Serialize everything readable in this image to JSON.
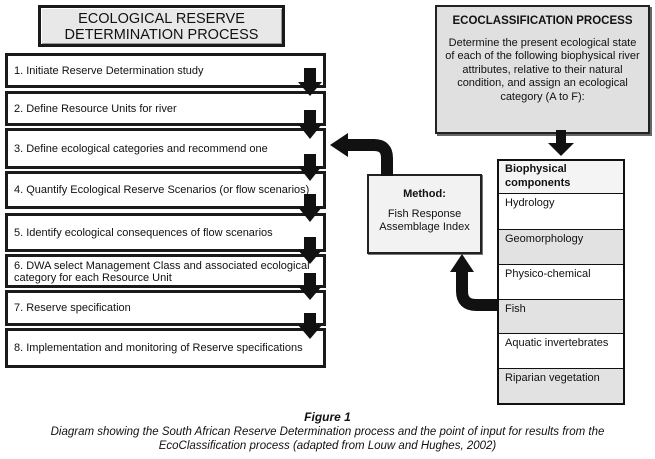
{
  "left_panel": {
    "title_line1": "ECOLOGICAL RESERVE",
    "title_line2": "DETERMINATION PROCESS",
    "steps": [
      {
        "label": "1. Initiate Reserve Determination study"
      },
      {
        "label": "2. Define Resource Units for river"
      },
      {
        "label": "3. Define ecological categories and recommend one"
      },
      {
        "label": "4. Quantify Ecological Reserve Scenarios (or flow scenarios)"
      },
      {
        "label": "5. Identify ecological consequences of flow scenarios"
      },
      {
        "label": "6. DWA select Management Class and associated ecological category for each Resource Unit"
      },
      {
        "label": "7. Reserve specification"
      },
      {
        "label": "8. Implementation and monitoring of  Reserve specifications"
      }
    ]
  },
  "eco_panel": {
    "title": "ECOCLASSIFICATION PROCESS",
    "description": "Determine the present ecological state of each of the following biophysical river attributes, relative to their natural condition, and assign an ecological category (A to F):"
  },
  "method_box": {
    "title": "Method:",
    "line1": "Fish Response",
    "line2": "Assemblage Index"
  },
  "biophysical": {
    "header": "Biophysical components",
    "rows": [
      {
        "label": "Hydrology"
      },
      {
        "label": "Geomorphology"
      },
      {
        "label": "Physico-chemical"
      },
      {
        "label": "Fish"
      },
      {
        "label": "Aquatic invertebrates"
      },
      {
        "label": "Riparian vegetation"
      }
    ]
  },
  "caption": {
    "figure_label": "Figure 1",
    "line1": "Diagram showing the South African Reserve Determination process and the point of input for results from the",
    "line2": "EcoClassification process (adapted from Louw and Hughes, 2002)"
  },
  "colors": {
    "arrow": "#111111",
    "eco_box_fill": "#e0e0e0",
    "method_box_fill": "#f2f2f2",
    "shaded_row": "#e2e2e2"
  }
}
